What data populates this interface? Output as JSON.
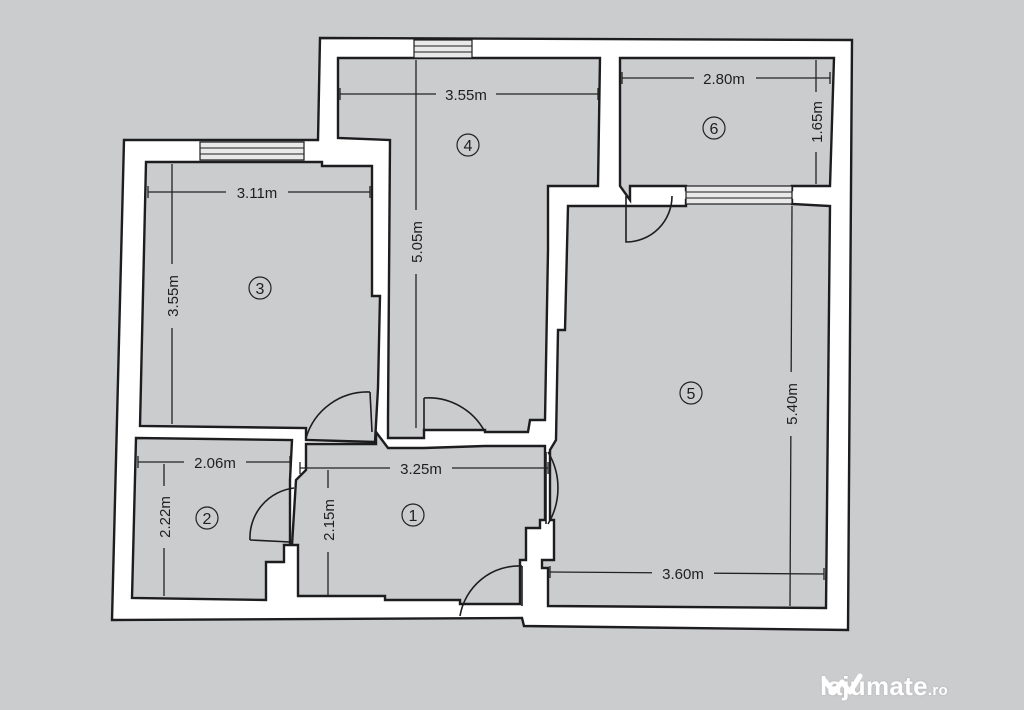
{
  "plan": {
    "rooms": [
      {
        "number": "1",
        "label": "1"
      },
      {
        "number": "2",
        "label": "2"
      },
      {
        "number": "3",
        "label": "3"
      },
      {
        "number": "4",
        "label": "4"
      },
      {
        "number": "5",
        "label": "5"
      },
      {
        "number": "6",
        "label": "6"
      }
    ],
    "dimensions": {
      "room4_width": "3.55m",
      "room4_depth": "5.05m",
      "room6_width": "2.80m",
      "room6_depth": "1.65m",
      "room3_width": "3.11m",
      "room3_depth": "3.55m",
      "room5_depth": "5.40m",
      "room5_width": "3.60m",
      "room1_width": "3.25m",
      "room1_depth": "2.15m",
      "room2_width": "2.06m",
      "room2_depth": "2.22m"
    }
  },
  "watermark": {
    "brand": "lajumate",
    "suffix": ".ro"
  }
}
